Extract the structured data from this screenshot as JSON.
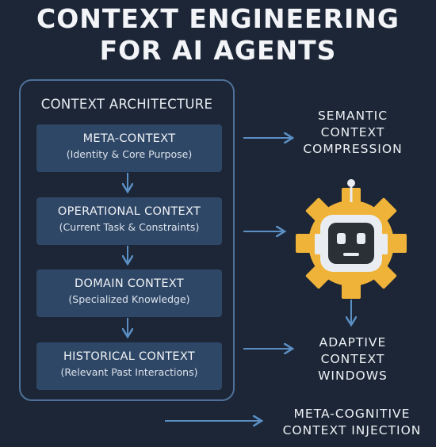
{
  "title": {
    "line1": "CONTEXT ENGINEERING",
    "line2": "FOR AI AGENTS"
  },
  "architecture": {
    "title": "CONTEXT ARCHITECTURE",
    "layers": [
      {
        "name": "META-CONTEXT",
        "description": "(Identity & Core Purpose)"
      },
      {
        "name": "OPERATIONAL CONTEXT",
        "description": "(Current Task & Constraints)"
      },
      {
        "name": "DOMAIN CONTEXT",
        "description": "(Specialized Knowledge)"
      },
      {
        "name": "HISTORICAL CONTEXT",
        "description": "(Relevant Past Interactions)"
      }
    ]
  },
  "features": {
    "semantic": [
      "SEMANTIC",
      "CONTEXT",
      "COMPRESSION"
    ],
    "adaptive": [
      "ADAPTIVE",
      "CONTEXT",
      "WINDOWS"
    ],
    "metacognitive": [
      "META-COGNITIVE",
      "CONTEXT INJECTION"
    ]
  },
  "icons": {
    "center": "robot-gear-icon",
    "arrow": "arrow-right-icon"
  },
  "colors": {
    "background": "#1c2636",
    "layer_fill": "#2f4766",
    "border": "#4f7199",
    "arrow": "#5b8fc4",
    "gear": "#f0b33a",
    "robot_face": "#2b2f36"
  }
}
